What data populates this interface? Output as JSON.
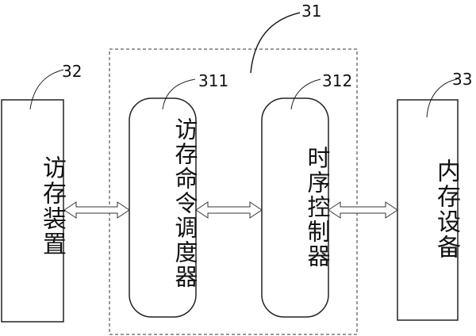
{
  "labels": {
    "access_device": "访存装置",
    "scheduler": "访存命令调度器",
    "timing_controller": "时序控制器",
    "memory_device": "内存设备"
  },
  "refs": {
    "outer": "31",
    "access_device": "32",
    "scheduler": "311",
    "timing_controller": "312",
    "memory_device": "33"
  }
}
